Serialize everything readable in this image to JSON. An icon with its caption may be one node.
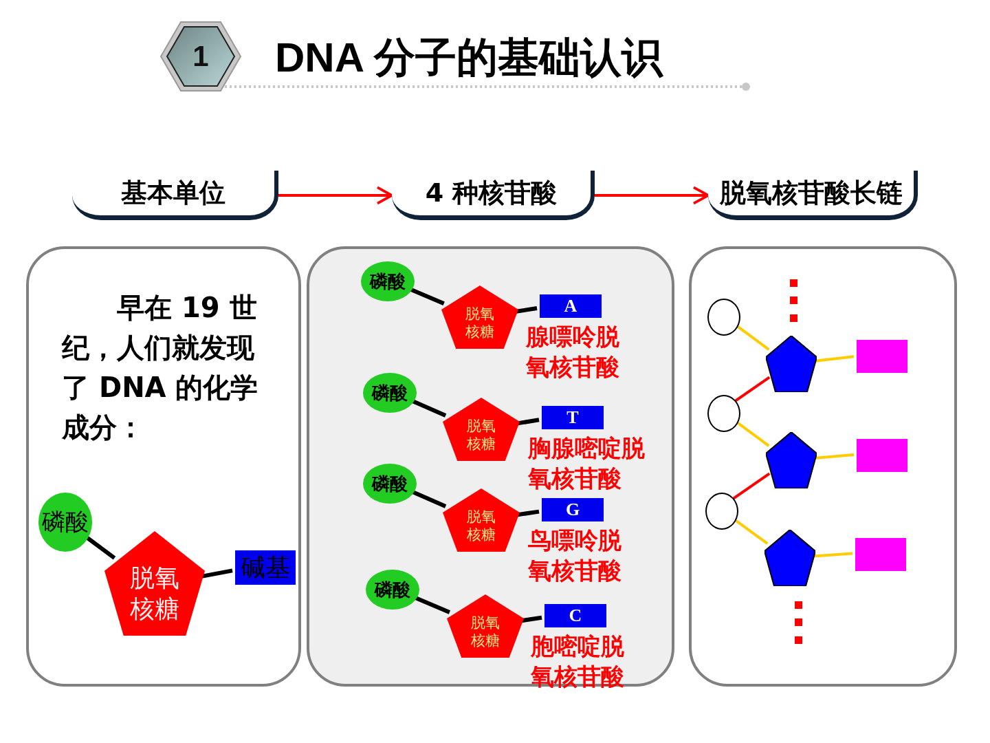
{
  "diagram": {
    "title": "DNA 分子的基础认识",
    "nodes": [
      {
        "text": [
          "基本单位"
        ]
      },
      {
        "text": [
          "4 种核苷酸"
        ]
      },
      {
        "text": [
          "脱氧核苷酸长链"
        ]
      },
      {
        "text": [
          "早在 19 世纪，人们就发现了 DNA 的化学成分："
        ]
      },
      {
        "text": [
          "磷酸"
        ],
        "in": 3
      },
      {
        "text": [
          "脱氧核糖"
        ],
        "in": 3
      },
      {
        "text": [
          "碱基"
        ],
        "in": 3
      },
      {
        "text": [],
        "shape": "box"
      },
      {
        "text": [
          "磷酸"
        ],
        "in": 7
      },
      {
        "text": [
          "脱氧核糖"
        ],
        "in": 7
      },
      {
        "text": [
          "A"
        ],
        "in": 7,
        "beside": [
          "腺嘌呤脱氧核苷酸"
        ]
      },
      {
        "text": [
          "磷酸"
        ],
        "in": 7
      },
      {
        "text": [
          "脱氧核糖"
        ],
        "in": 7
      },
      {
        "text": [
          "T"
        ],
        "in": 7,
        "beside": [
          "胸腺嘧啶脱氧核苷酸"
        ]
      },
      {
        "text": [
          "磷酸"
        ],
        "in": 7
      },
      {
        "text": [
          "脱氧核糖"
        ],
        "in": 7
      },
      {
        "text": [
          "G"
        ],
        "in": 7,
        "beside": [
          "鸟嘌呤脱氧核苷酸"
        ]
      },
      {
        "text": [
          "磷酸"
        ],
        "in": 7
      },
      {
        "text": [
          "脱氧核糖"
        ],
        "in": 7
      },
      {
        "text": [
          "C"
        ],
        "in": 7,
        "beside": [
          "胞嘧啶脱氧核苷酸"
        ]
      },
      {
        "text": [],
        "shape": "box"
      },
      {
        "text": [],
        "shape": "circle",
        "in": 20
      },
      {
        "text": [],
        "shape": "circle",
        "in": 20
      },
      {
        "text": [],
        "shape": "circle",
        "in": 20
      },
      {
        "text": [],
        "shape": "pentagon",
        "in": 20
      },
      {
        "text": [],
        "shape": "pentagon",
        "in": 20
      },
      {
        "text": [],
        "shape": "pentagon",
        "in": 20
      },
      {
        "text": [],
        "shape": "box",
        "in": 20
      },
      {
        "text": [],
        "shape": "box",
        "in": 20
      },
      {
        "text": [],
        "shape": "box",
        "in": 20
      }
    ],
    "edges": [
      {
        "from": 0,
        "to": 1,
        "arrow": "to",
        "color": "#ff0000"
      },
      {
        "from": 1,
        "to": 2,
        "arrow": "to",
        "color": "#ff0000"
      },
      {
        "from": 4,
        "to": 5,
        "arrow": "none"
      },
      {
        "from": 5,
        "to": 6,
        "arrow": "none"
      },
      {
        "from": 8,
        "to": 9,
        "arrow": "none"
      },
      {
        "from": 9,
        "to": 10,
        "arrow": "none"
      },
      {
        "from": 11,
        "to": 12,
        "arrow": "none"
      },
      {
        "from": 12,
        "to": 13,
        "arrow": "none"
      },
      {
        "from": 14,
        "to": 15,
        "arrow": "none"
      },
      {
        "from": 15,
        "to": 16,
        "arrow": "none"
      },
      {
        "from": 17,
        "to": 18,
        "arrow": "none"
      },
      {
        "from": 18,
        "to": 19,
        "arrow": "none"
      },
      {
        "from": 21,
        "to": 24,
        "arrow": "none",
        "color": "#ffcc00"
      },
      {
        "from": 24,
        "to": 27,
        "arrow": "none",
        "color": "#ffcc00"
      },
      {
        "from": 24,
        "to": 22,
        "arrow": "none",
        "color": "#ff0000"
      },
      {
        "from": 22,
        "to": 25,
        "arrow": "none",
        "color": "#ffcc00"
      },
      {
        "from": 25,
        "to": 28,
        "arrow": "none",
        "color": "#ffcc00"
      },
      {
        "from": 25,
        "to": 23,
        "arrow": "none",
        "color": "#ff0000"
      },
      {
        "from": 23,
        "to": 26,
        "arrow": "none",
        "color": "#ffcc00"
      },
      {
        "from": 26,
        "to": 29,
        "arrow": "none",
        "color": "#ffcc00"
      }
    ],
    "labels": [
      "1"
    ]
  }
}
